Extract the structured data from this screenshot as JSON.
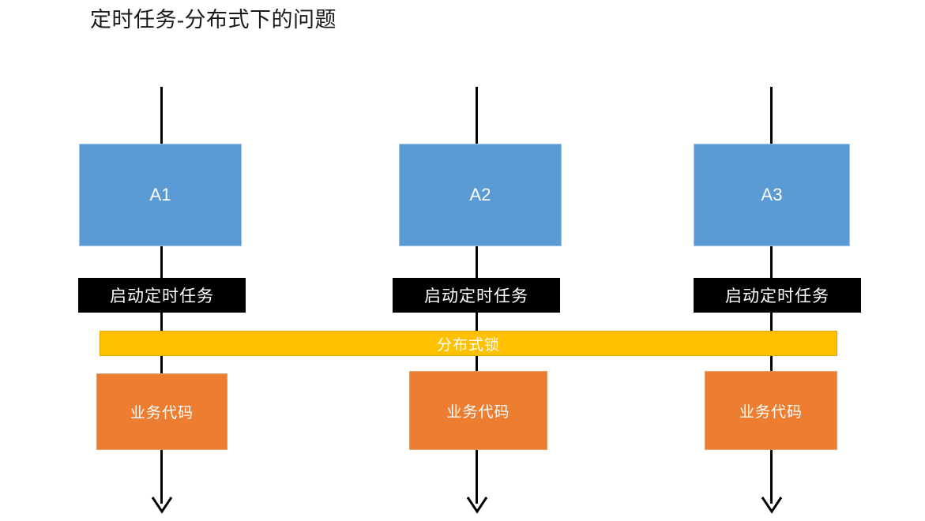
{
  "title": "定时任务-分布式下的问题",
  "colors": {
    "actor_fill": "#5b9bd5",
    "actor_border": "#9dc3e6",
    "message_fill": "#000000",
    "message_text": "#ffffff",
    "lock_fill": "#ffc000",
    "lock_border": "#e0a800",
    "business_fill": "#ed7d31",
    "business_border": "#d9a06a",
    "lifeline": "#000000",
    "background": "#ffffff",
    "title_text": "#1a1a1a"
  },
  "lanes": [
    {
      "actor_label": "A1",
      "message_label": "启动定时任务",
      "business_label": "业务代码"
    },
    {
      "actor_label": "A2",
      "message_label": "启动定时任务",
      "business_label": "业务代码"
    },
    {
      "actor_label": "A3",
      "message_label": "启动定时任务",
      "business_label": "业务代码"
    }
  ],
  "shared_lock": {
    "label": "分布式锁"
  },
  "diagram_meta": {
    "type": "sequence-diagram",
    "lane_count": 3,
    "lock_scope": "all-lanes"
  }
}
